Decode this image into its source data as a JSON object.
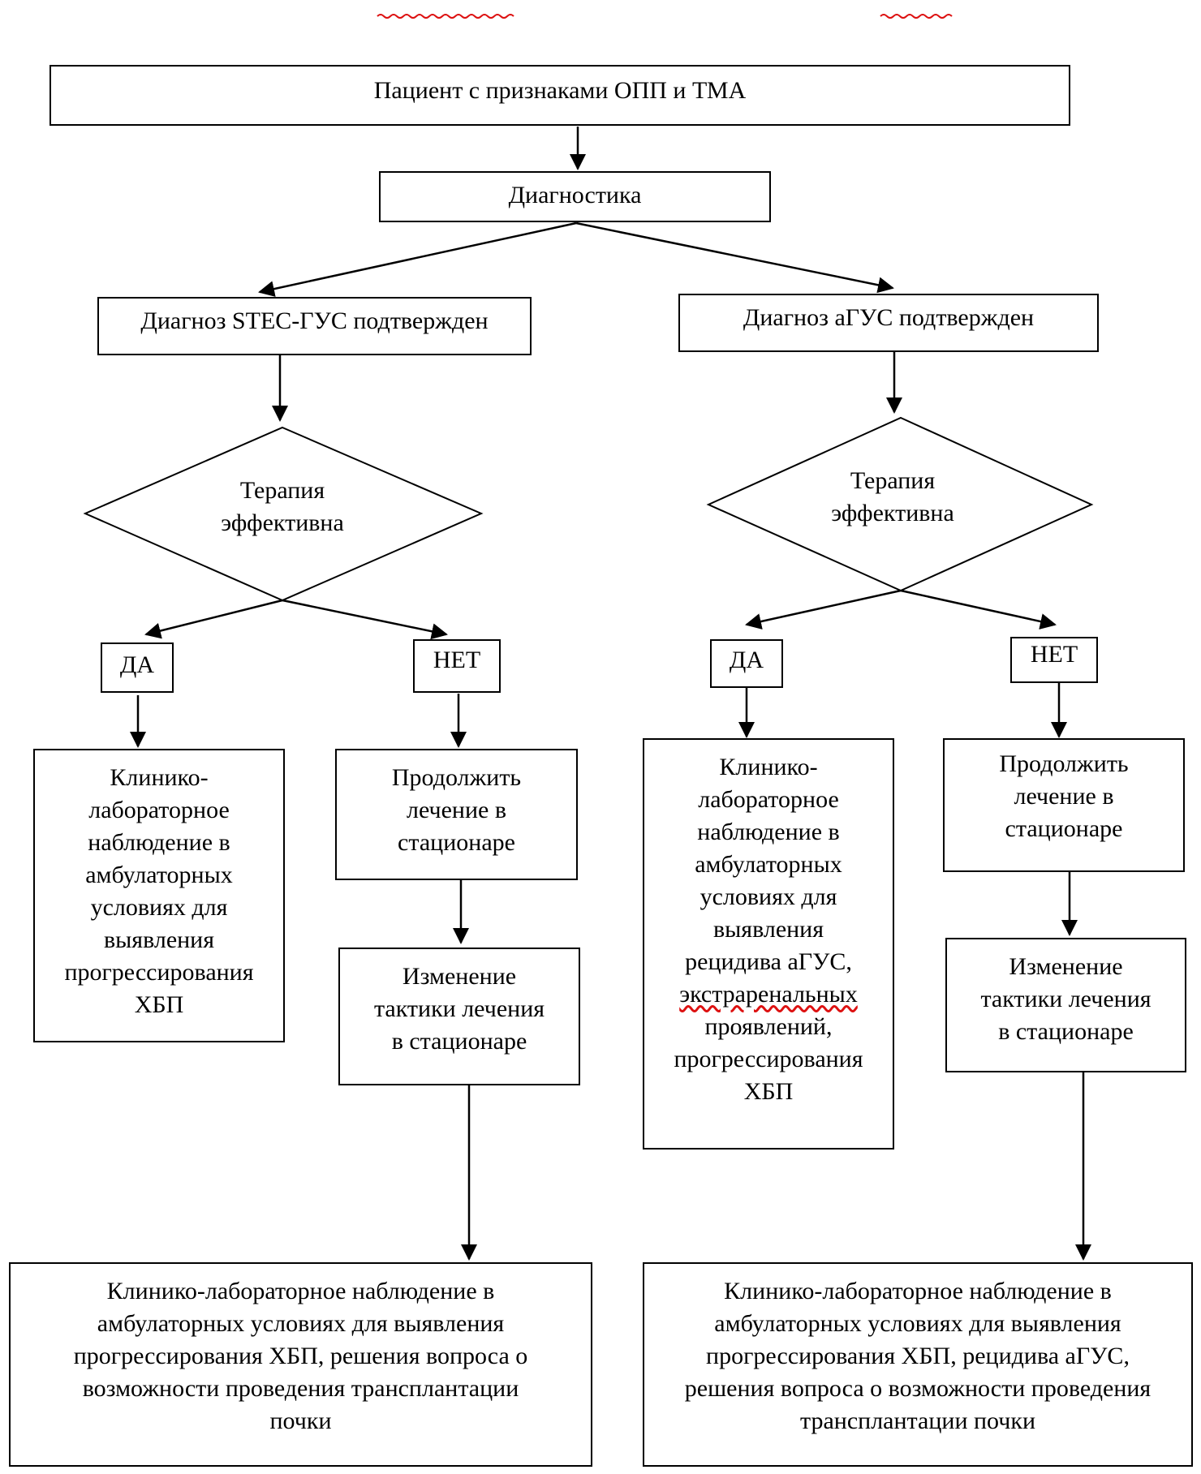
{
  "nodes": {
    "start": "Пациент с признаками ОПП и ТМА",
    "diagnostics": "Диагностика",
    "stec_confirmed": "Диагноз STEC-ГУС подтвержден",
    "agus_confirmed": "Диагноз аГУС подтвержден",
    "left_decision": [
      "Терапия",
      "эффективна"
    ],
    "right_decision": [
      "Терапия",
      "эффективна"
    ],
    "left_yes": "ДА",
    "left_no": "НЕТ",
    "right_yes": "ДА",
    "right_no": "НЕТ",
    "left_yes_outcome": [
      "Клинико-",
      "лабораторное",
      "наблюдение в",
      "амбулаторных",
      "условиях для",
      "выявления",
      "прогрессирования",
      "ХБП"
    ],
    "left_no_continue": [
      "Продолжить",
      "лечение в",
      "стационаре"
    ],
    "left_no_change": [
      "Изменение",
      "тактики лечения",
      "в стационаре"
    ],
    "right_yes_outcome": [
      "Клинико-",
      "лабораторное",
      "наблюдение в",
      "амбулаторных",
      "условиях для",
      "выявления",
      "рецидива аГУС,",
      "экстраренальных",
      "проявлений,",
      "прогрессирования",
      "ХБП"
    ],
    "right_no_continue": [
      "Продолжить",
      "лечение в",
      "стационаре"
    ],
    "right_no_change": [
      "Изменение",
      "тактики лечения",
      "в стационаре"
    ],
    "left_final": [
      "Клинико-лабораторное наблюдение в",
      "амбулаторных условиях для выявления",
      "прогрессирования ХБП, решения вопроса о",
      "возможности проведения трансплантации",
      "почки"
    ],
    "right_final": [
      "Клинико-лабораторное наблюдение в",
      "амбулаторных условиях для выявления",
      "прогрессирования ХБП, рецидива аГУС,",
      "решения вопроса о возможности проведения",
      "трансплантации почки"
    ]
  },
  "colors": {
    "line": "#000000",
    "spellcheck": "#dd1111"
  }
}
